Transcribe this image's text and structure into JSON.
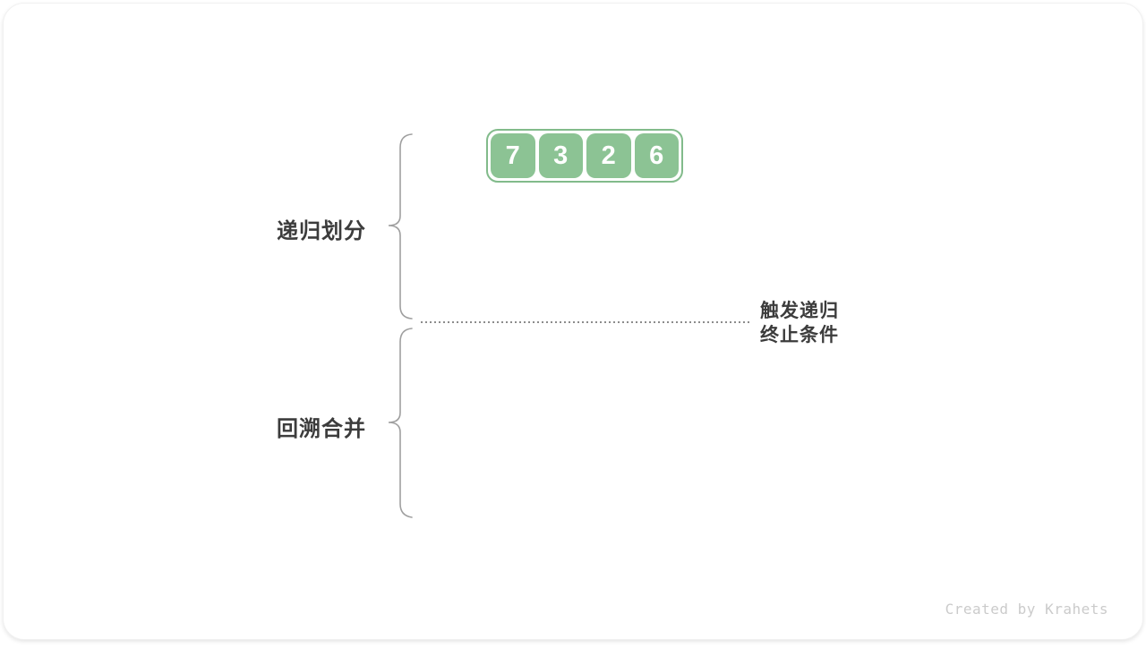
{
  "array": {
    "values": [
      "7",
      "3",
      "2",
      "6"
    ],
    "tile_color": "#8cc394",
    "border_color": "#82bb8b",
    "text_color": "#ffffff"
  },
  "labels": {
    "phase1": "递归划分",
    "phase2": "回溯合并",
    "annotation_line1": "触发递归",
    "annotation_line2": "终止条件",
    "text_color": "#3c3c3c"
  },
  "decorations": {
    "brace_color": "#9f9f9f",
    "dotted_line_color": "#8c8c8c"
  },
  "footer": {
    "credit": "Created by Krahets",
    "color": "#cbcbcb"
  }
}
